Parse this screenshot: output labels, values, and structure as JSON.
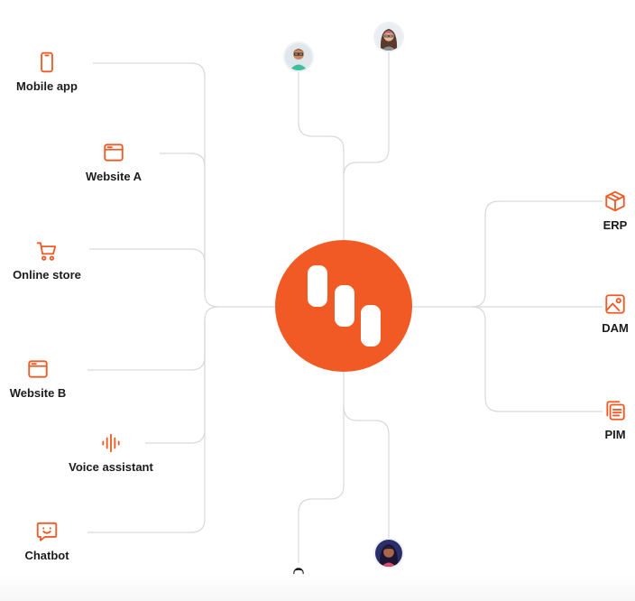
{
  "left_channels": [
    {
      "label": "Mobile app",
      "icon": "mobile-phone-icon"
    },
    {
      "label": "Website A",
      "icon": "browser-window-icon"
    },
    {
      "label": "Online store",
      "icon": "shopping-cart-icon"
    },
    {
      "label": "Website B",
      "icon": "browser-window-icon"
    },
    {
      "label": "Voice assistant",
      "icon": "sound-wave-icon"
    },
    {
      "label": "Chatbot",
      "icon": "chat-bubble-icon"
    }
  ],
  "right_systems": [
    {
      "label": "ERP",
      "icon": "package-box-icon"
    },
    {
      "label": "DAM",
      "icon": "image-icon"
    },
    {
      "label": "PIM",
      "icon": "documents-stack-icon"
    }
  ],
  "hub": {
    "icon": "brand-logo-icon",
    "color": "#f15a24"
  },
  "avatars": [
    "user-avatar",
    "user-avatar",
    "user-avatar",
    "user-avatar"
  ],
  "colors": {
    "accent": "#f15a24",
    "connector": "#d9d9d9",
    "text": "#1c1c1c"
  }
}
